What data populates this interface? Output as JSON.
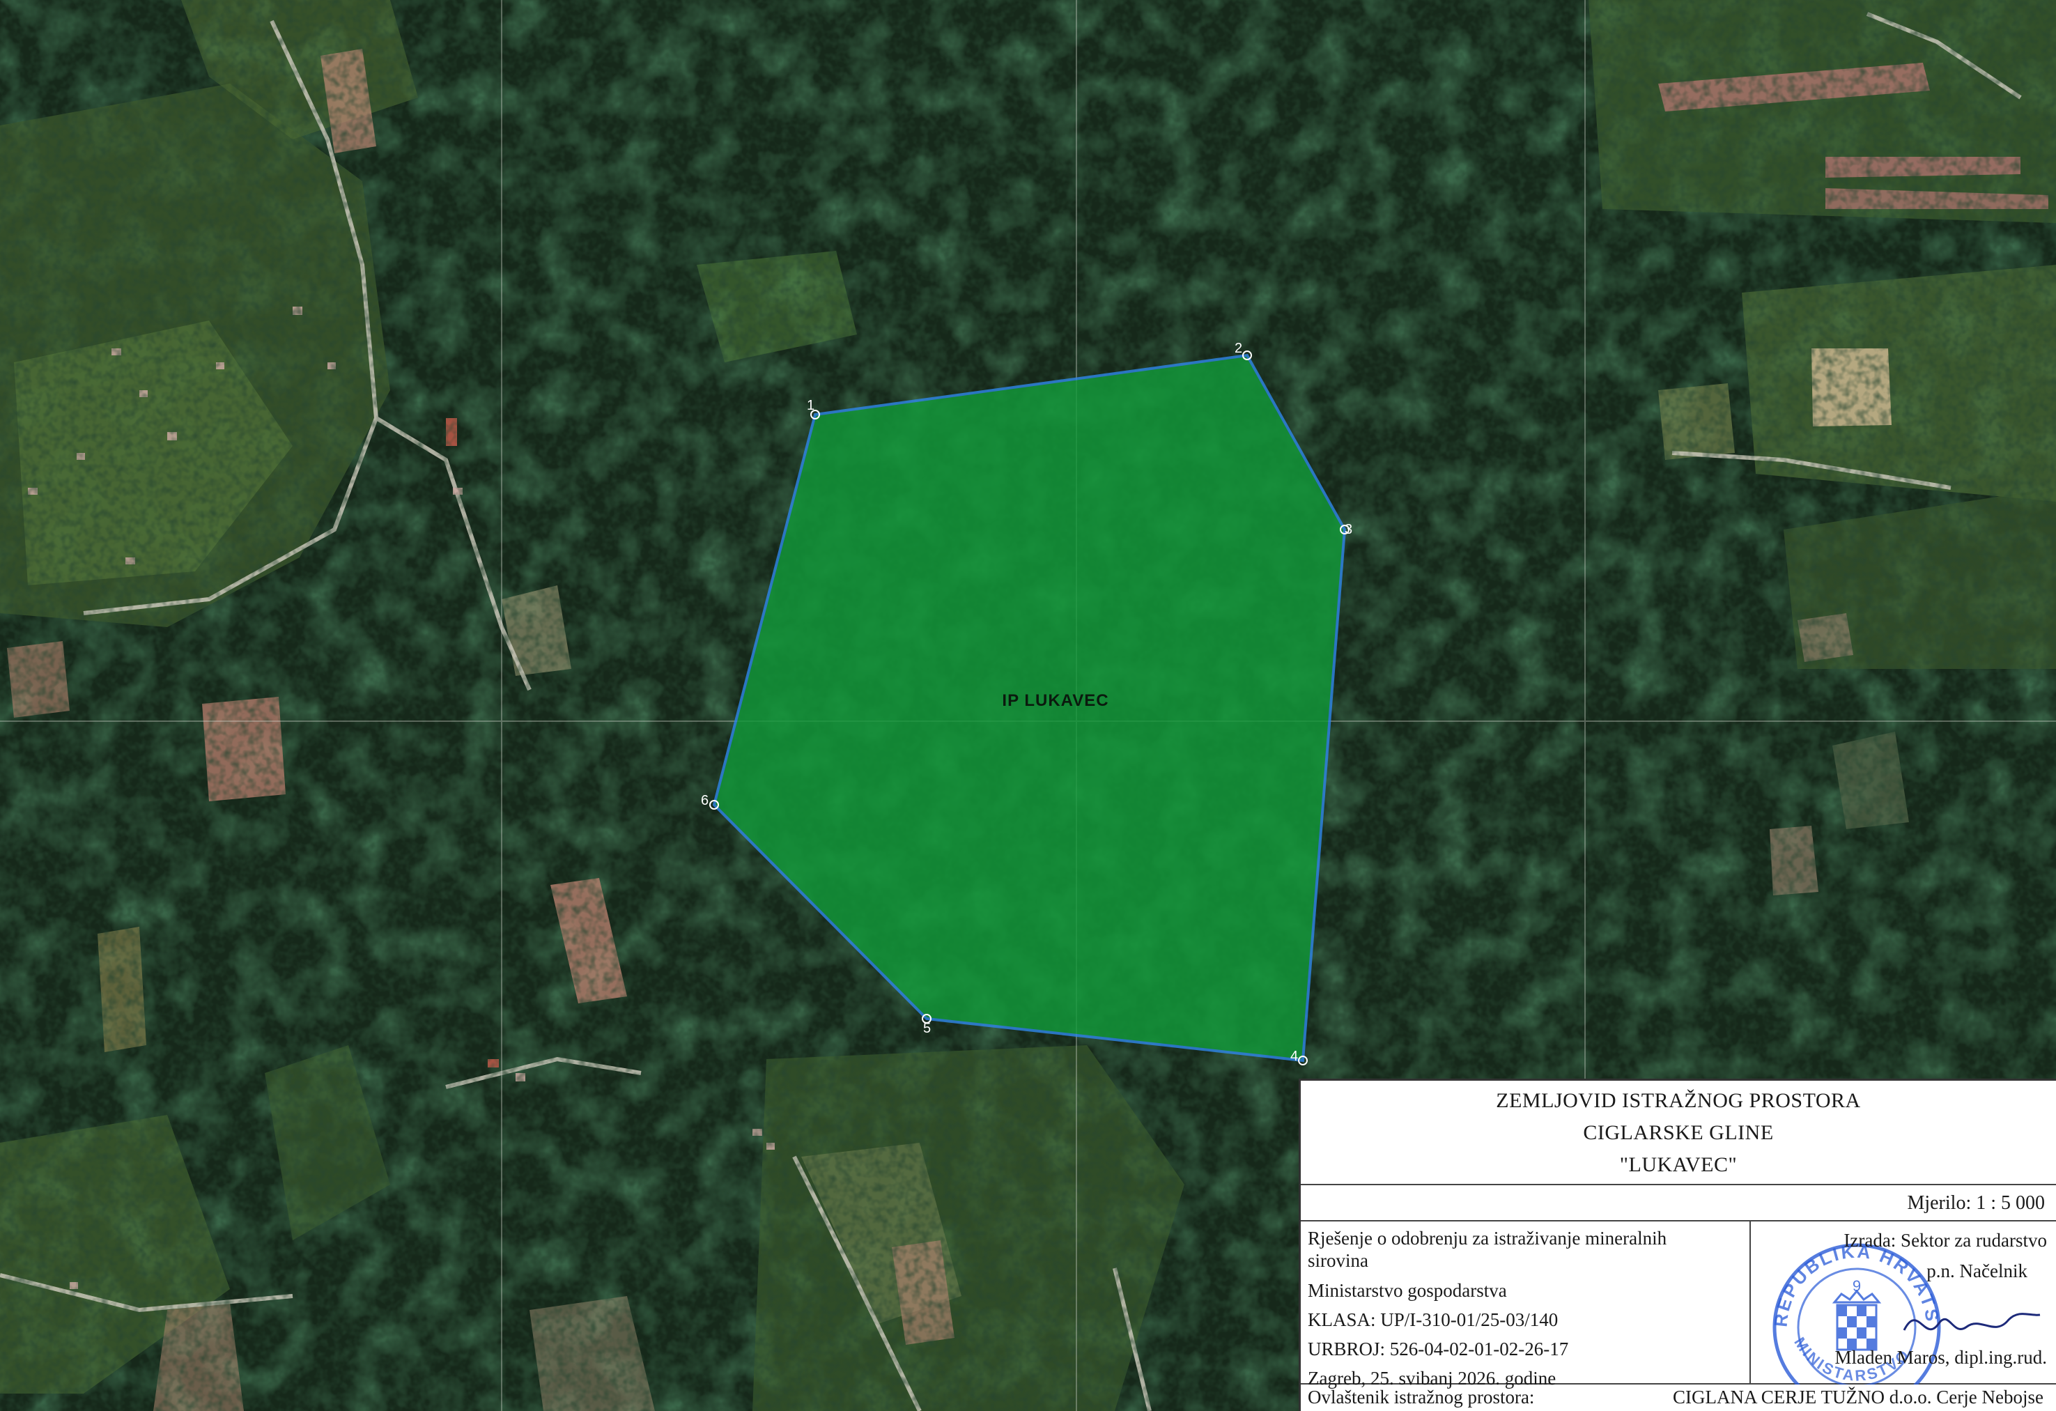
{
  "map": {
    "area_label": "IP LUKAVEC",
    "boundary_color": "#2f86e6",
    "area_fill_color": "#129a3a",
    "vertices": [
      {
        "label": "1"
      },
      {
        "label": "2"
      },
      {
        "label": "3"
      },
      {
        "label": "4"
      },
      {
        "label": "5"
      },
      {
        "label": "6"
      }
    ]
  },
  "legend": {
    "title_lines": [
      "ZEMLJOVID ISTRAŽNOG PROSTORA",
      "CIGLARSKE GLINE",
      "\"LUKAVEC\""
    ],
    "scale": "Mjerilo: 1 : 5 000",
    "decision_line1": "Rješenje o odobrenju za istraživanje mineralnih",
    "decision_line2": "sirovina",
    "ministry": "Ministarstvo gospodarstva",
    "klasa": "KLASA: UP/I-310-01/25-03/140",
    "urbroj": "URBROJ: 526-04-02-01-02-26-17",
    "date_place": "Zagreb, 25. svibanj 2026. godine",
    "izrada": "Izrada: Sektor za rudarstvo",
    "pn": "p.n. Načelnik",
    "signer": "Mladen Maros, dipl.ing.rud.",
    "owner_label": "Ovlaštenik istražnog prostora:",
    "owner_value": "CIGLANA CERJE TUŽNO d.o.o. Cerje Nebojse",
    "seal_text": "REPUBLIKA HRVATSKA",
    "seal_text2": "MINISTARSTVO",
    "seal_number": "9"
  }
}
